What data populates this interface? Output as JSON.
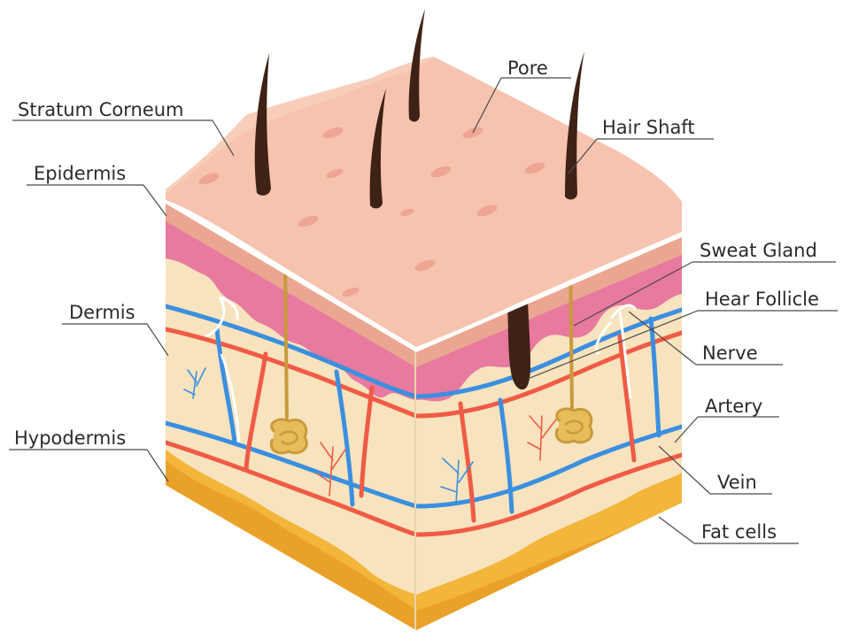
{
  "labels": {
    "pore": "Pore",
    "stratum_corneum": "Stratum Corneum",
    "hair_shaft": "Hair Shaft",
    "epidermis": "Epidermis",
    "sweat_gland": "Sweat Gland",
    "dermis": "Dermis",
    "hair_follicle": "Hear Follicle",
    "nerve": "Nerve",
    "artery": "Artery",
    "hypodermis": "Hypodermis",
    "vein": "Vein",
    "fat_cells": "Fat cells"
  },
  "colors": {
    "skin_top": "#f6c3ae",
    "epidermis_band": "#eba692",
    "dermis_pink": "#e8799f",
    "dermis_tissue": "#f7e3bd",
    "hypodermis_fat": "#f3b53a",
    "artery": "#ef5b45",
    "vein": "#3b8fe0",
    "hair": "#3e2216",
    "gland": "#c99a3b"
  }
}
